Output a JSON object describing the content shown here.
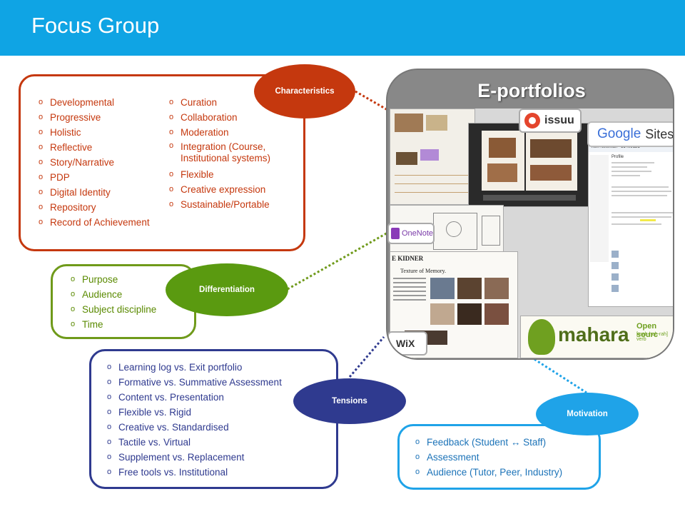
{
  "header": {
    "title": "Focus Group"
  },
  "characteristics": {
    "tag": "Characteristics",
    "left_items": [
      "Developmental",
      "Progressive",
      "Holistic",
      "Reflective",
      "Story/Narrative",
      "PDP",
      "Digital Identity",
      "Repository",
      "Record of Achievement"
    ],
    "right_items": [
      "Curation",
      "Collaboration",
      "Moderation",
      "Integration (Course, Institutional systems)",
      "Flexible",
      "Creative expression",
      "Sustainable/Portable"
    ]
  },
  "differentiation": {
    "tag": "Differentiation",
    "items": [
      "Purpose",
      "Audience",
      "Subject discipline",
      "Time"
    ]
  },
  "tensions": {
    "tag": "Tensions",
    "items": [
      "Learning log vs. Exit portfolio",
      "Formative vs. Summative Assessment",
      "Content vs. Presentation",
      "Flexible vs. Rigid",
      "Creative vs. Standardised",
      "Tactile vs. Virtual",
      "Supplement vs. Replacement",
      "Free tools vs. Institutional"
    ]
  },
  "motivation": {
    "tag": "Motivation",
    "items": [
      "Feedback  (Student ↔ Staff)",
      "Assessment",
      "Audience (Tutor, Peer, Industry)"
    ]
  },
  "eportfolios": {
    "title": "E-portfolios",
    "logos": {
      "issuu": "issuu",
      "google_sites_google": "Google",
      "google_sites_sites": "Sites",
      "onenote": "OneNote",
      "wix": "WiX",
      "mahara": "mahara",
      "mahara_tag": "Open sourc",
      "mahara_pron": "[mah-hah-rah] verb"
    },
    "screens": {
      "profile_name": "Ken Newman - z1409121",
      "profile_heading": "Profile",
      "texture_title": "Texture of Memory.",
      "kidner": "E KIDNER"
    }
  },
  "colors": {
    "header": "#0fa4e4",
    "characteristics": "#c5380e",
    "differentiation": "#5a8a00",
    "tensions": "#2f3a8f",
    "motivation": "#1fa3e8"
  }
}
